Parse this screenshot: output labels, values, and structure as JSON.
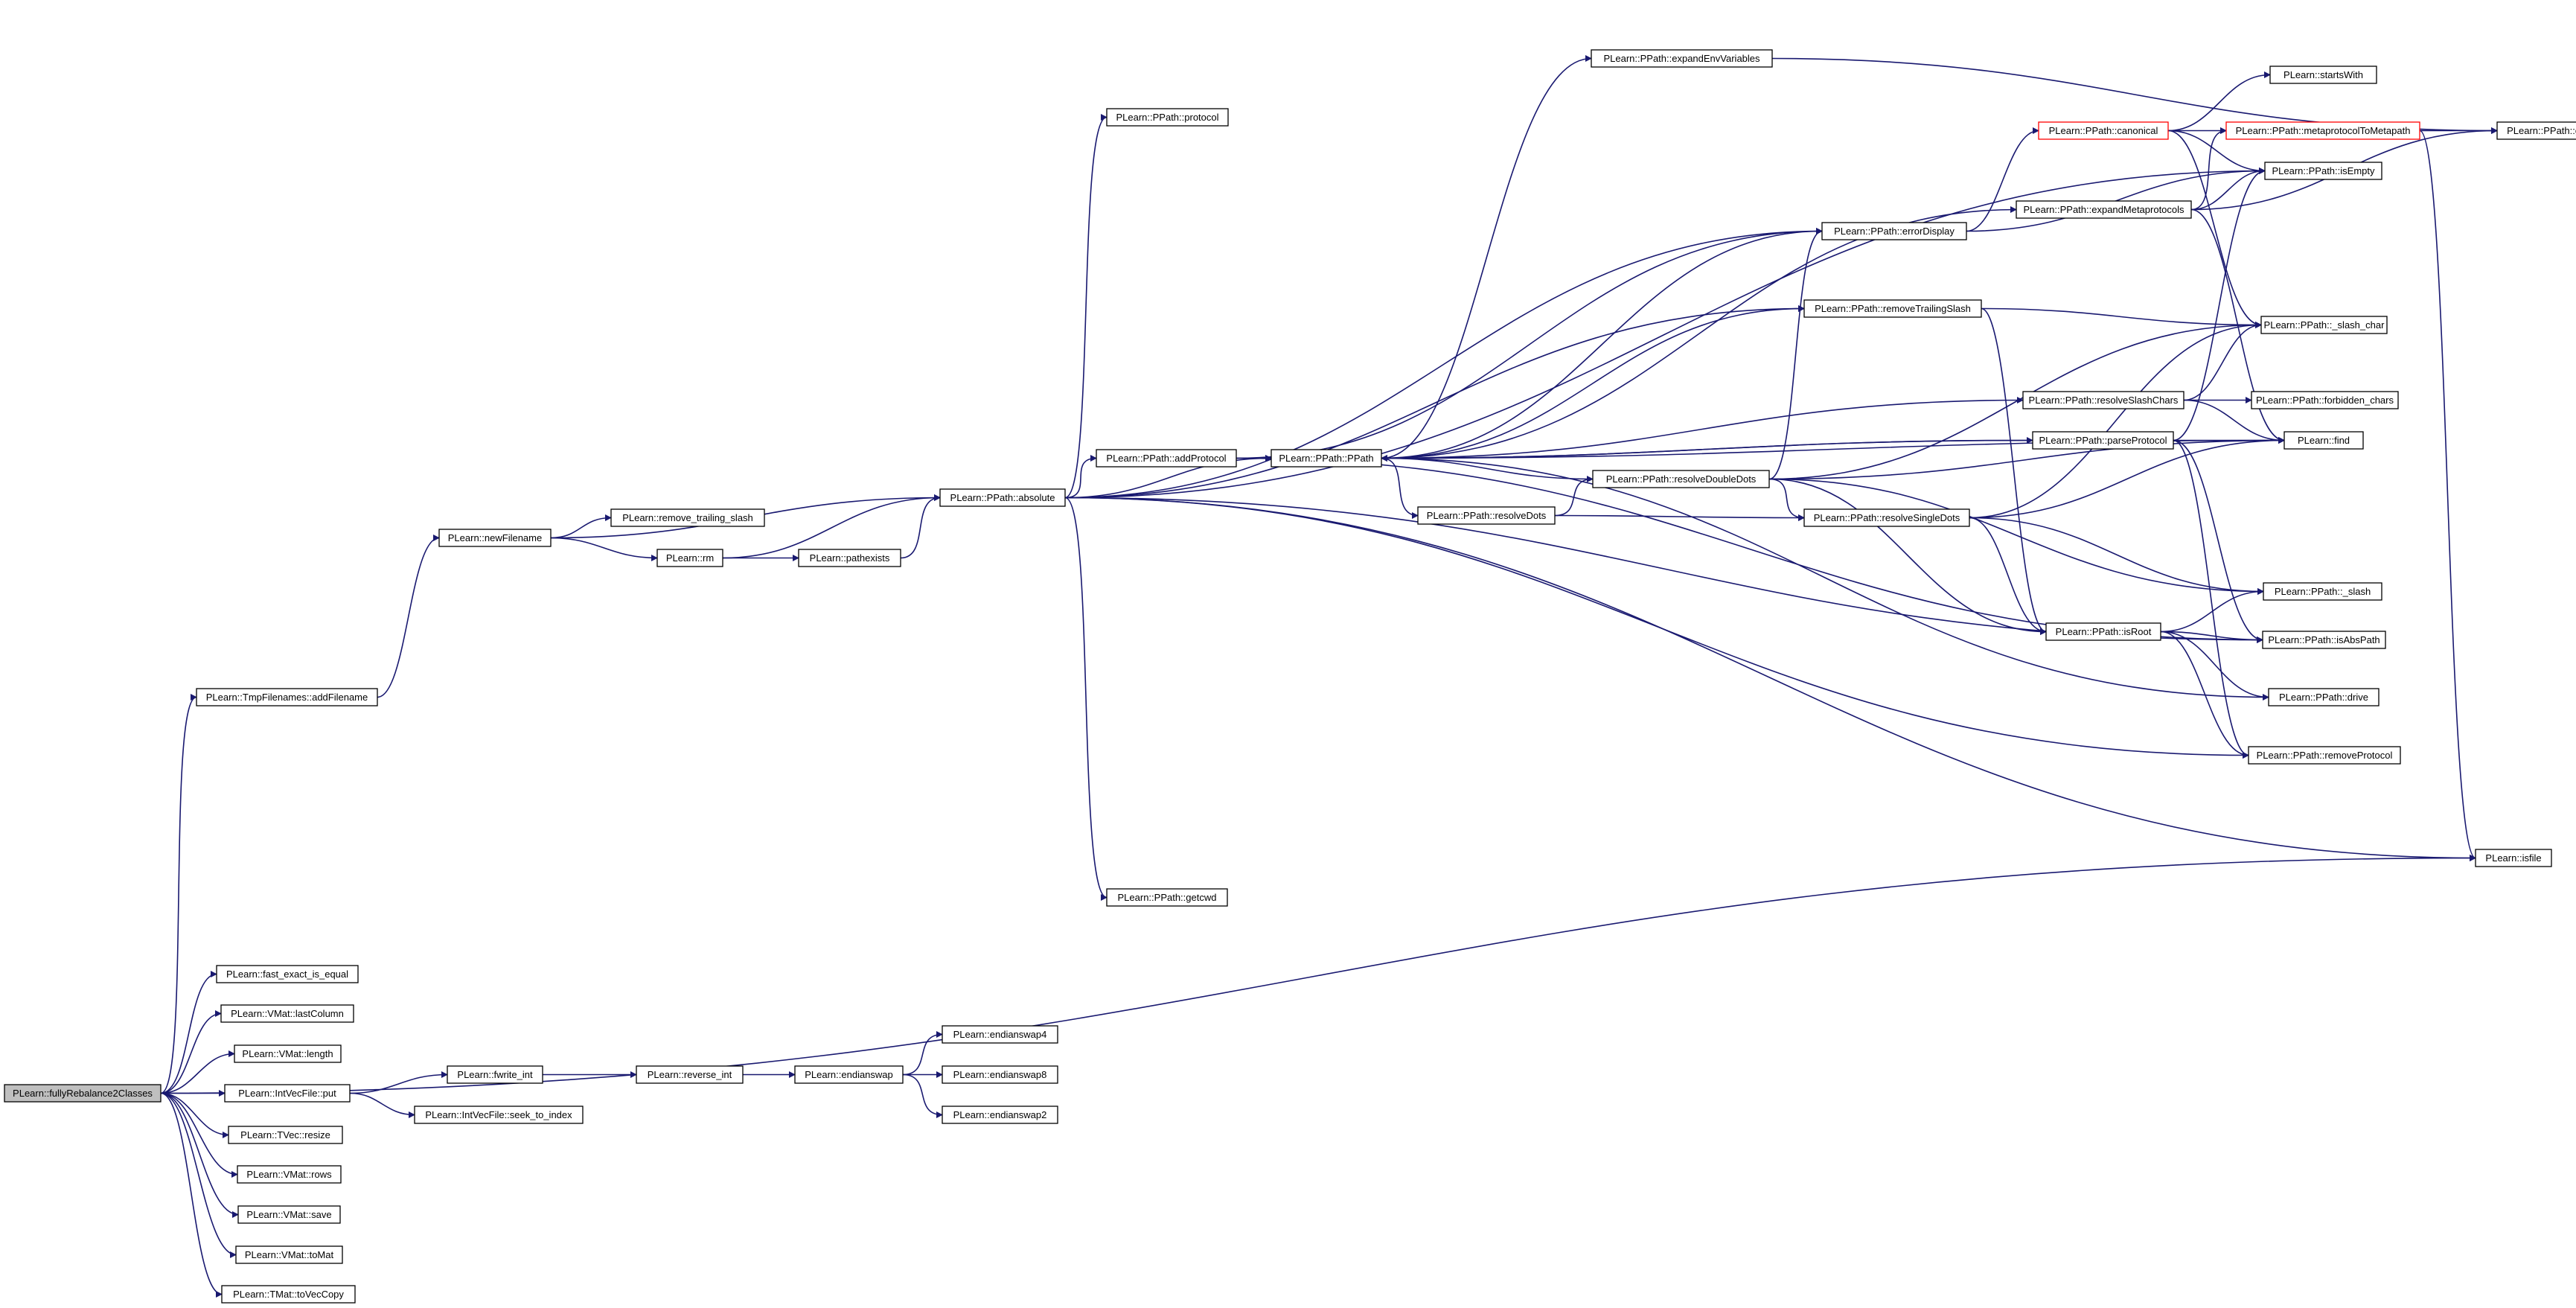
{
  "graph": {
    "colors": {
      "edge": "#191970",
      "node_border": "#000000",
      "node_border_truncated": "#ff0000",
      "root_fill": "#bfbfbf",
      "node_fill": "#ffffff"
    },
    "nodes": [
      {
        "id": "root",
        "label": "PLearn::fullyRebalance2Classes",
        "style": "root"
      },
      {
        "id": "addFilename",
        "label": "PLearn::TmpFilenames::addFilename"
      },
      {
        "id": "newFilename",
        "label": "PLearn::newFilename"
      },
      {
        "id": "remove_trailing_slash",
        "label": "PLearn::remove_trailing_slash"
      },
      {
        "id": "rm",
        "label": "PLearn::rm"
      },
      {
        "id": "pathexists",
        "label": "PLearn::pathexists"
      },
      {
        "id": "absolute",
        "label": "PLearn::PPath::absolute"
      },
      {
        "id": "protocol",
        "label": "PLearn::PPath::protocol"
      },
      {
        "id": "getcwd",
        "label": "PLearn::PPath::getcwd"
      },
      {
        "id": "addProtocol",
        "label": "PLearn::PPath::addProtocol"
      },
      {
        "id": "PPath",
        "label": "PLearn::PPath::PPath"
      },
      {
        "id": "resolveDots",
        "label": "PLearn::PPath::resolveDots"
      },
      {
        "id": "expandEnvVariables",
        "label": "PLearn::PPath::expandEnvVariables"
      },
      {
        "id": "errorDisplay",
        "label": "PLearn::PPath::errorDisplay"
      },
      {
        "id": "removeTrailingSlash",
        "label": "PLearn::PPath::removeTrailingSlash"
      },
      {
        "id": "resolveDoubleDots",
        "label": "PLearn::PPath::resolveDoubleDots"
      },
      {
        "id": "resolveSingleDots",
        "label": "PLearn::PPath::resolveSingleDots"
      },
      {
        "id": "canonical",
        "label": "PLearn::PPath::canonical",
        "style": "truncated"
      },
      {
        "id": "expandMetaprotocols",
        "label": "PLearn::PPath::expandMetaprotocols"
      },
      {
        "id": "resolveSlashChars",
        "label": "PLearn::PPath::resolveSlashChars"
      },
      {
        "id": "parseProtocol",
        "label": "PLearn::PPath::parseProtocol"
      },
      {
        "id": "isRoot",
        "label": "PLearn::PPath::isRoot"
      },
      {
        "id": "metaprotocolToMetapath",
        "label": "PLearn::PPath::metaprotocolToMetapath",
        "style": "truncated"
      },
      {
        "id": "startsWith",
        "label": "PLearn::startsWith"
      },
      {
        "id": "isEmpty",
        "label": "PLearn::PPath::isEmpty"
      },
      {
        "id": "slash_char",
        "label": "PLearn::PPath::_slash_char"
      },
      {
        "id": "forbidden_chars",
        "label": "PLearn::PPath::forbidden_chars"
      },
      {
        "id": "find",
        "label": "PLearn::find"
      },
      {
        "id": "slash",
        "label": "PLearn::PPath::_slash"
      },
      {
        "id": "isAbsPath",
        "label": "PLearn::PPath::isAbsPath"
      },
      {
        "id": "drive",
        "label": "PLearn::PPath::drive"
      },
      {
        "id": "removeProtocol",
        "label": "PLearn::PPath::removeProtocol"
      },
      {
        "id": "getenv",
        "label": "PLearn::PPath::getenv"
      },
      {
        "id": "isfile",
        "label": "PLearn::isfile"
      },
      {
        "id": "fast_exact_is_equal",
        "label": "PLearn::fast_exact_is_equal"
      },
      {
        "id": "lastColumn",
        "label": "PLearn::VMat::lastColumn"
      },
      {
        "id": "vmat_length",
        "label": "PLearn::VMat::length"
      },
      {
        "id": "put",
        "label": "PLearn::IntVecFile::put"
      },
      {
        "id": "fwrite_int",
        "label": "PLearn::fwrite_int"
      },
      {
        "id": "reverse_int",
        "label": "PLearn::reverse_int"
      },
      {
        "id": "endianswap",
        "label": "PLearn::endianswap"
      },
      {
        "id": "endianswap4",
        "label": "PLearn::endianswap4"
      },
      {
        "id": "endianswap8",
        "label": "PLearn::endianswap8"
      },
      {
        "id": "endianswap2",
        "label": "PLearn::endianswap2"
      },
      {
        "id": "seek_to_index",
        "label": "PLearn::IntVecFile::seek_to_index"
      },
      {
        "id": "tvec_resize",
        "label": "PLearn::TVec::resize"
      },
      {
        "id": "vmat_rows",
        "label": "PLearn::VMat::rows"
      },
      {
        "id": "vmat_save",
        "label": "PLearn::VMat::save"
      },
      {
        "id": "vmat_toMat",
        "label": "PLearn::VMat::toMat"
      },
      {
        "id": "tmat_toVecCopy",
        "label": "PLearn::TMat::toVecCopy"
      }
    ],
    "edges": [
      [
        "root",
        "addFilename"
      ],
      [
        "root",
        "isfile"
      ],
      [
        "root",
        "fast_exact_is_equal"
      ],
      [
        "root",
        "lastColumn"
      ],
      [
        "root",
        "vmat_length"
      ],
      [
        "root",
        "put"
      ],
      [
        "root",
        "tvec_resize"
      ],
      [
        "root",
        "vmat_rows"
      ],
      [
        "root",
        "vmat_save"
      ],
      [
        "root",
        "vmat_toMat"
      ],
      [
        "root",
        "tmat_toVecCopy"
      ],
      [
        "addFilename",
        "newFilename"
      ],
      [
        "newFilename",
        "absolute"
      ],
      [
        "newFilename",
        "remove_trailing_slash"
      ],
      [
        "newFilename",
        "rm"
      ],
      [
        "rm",
        "absolute"
      ],
      [
        "rm",
        "pathexists"
      ],
      [
        "pathexists",
        "absolute"
      ],
      [
        "absolute",
        "protocol"
      ],
      [
        "absolute",
        "addProtocol"
      ],
      [
        "absolute",
        "PPath"
      ],
      [
        "absolute",
        "errorDisplay"
      ],
      [
        "absolute",
        "isEmpty"
      ],
      [
        "absolute",
        "removeTrailingSlash"
      ],
      [
        "absolute",
        "getcwd"
      ],
      [
        "absolute",
        "isAbsPath"
      ],
      [
        "absolute",
        "removeProtocol"
      ],
      [
        "absolute",
        "isfile"
      ],
      [
        "addProtocol",
        "PPath"
      ],
      [
        "addProtocol",
        "errorDisplay"
      ],
      [
        "addProtocol",
        "isAbsPath"
      ],
      [
        "PPath",
        "expandEnvVariables"
      ],
      [
        "PPath",
        "errorDisplay"
      ],
      [
        "PPath",
        "expandMetaprotocols"
      ],
      [
        "PPath",
        "removeTrailingSlash"
      ],
      [
        "PPath",
        "resolveSlashChars"
      ],
      [
        "PPath",
        "parseProtocol"
      ],
      [
        "PPath",
        "resolveDots"
      ],
      [
        "PPath",
        "find"
      ],
      [
        "resolveDots",
        "resolveDoubleDots"
      ],
      [
        "resolveDots",
        "resolveSingleDots"
      ],
      [
        "resolveDoubleDots",
        "PPath"
      ],
      [
        "resolveDoubleDots",
        "errorDisplay"
      ],
      [
        "resolveDoubleDots",
        "slash_char"
      ],
      [
        "resolveDoubleDots",
        "find"
      ],
      [
        "resolveDoubleDots",
        "resolveSingleDots"
      ],
      [
        "resolveDoubleDots",
        "slash"
      ],
      [
        "resolveDoubleDots",
        "isRoot"
      ],
      [
        "resolveSingleDots",
        "slash_char"
      ],
      [
        "resolveSingleDots",
        "find"
      ],
      [
        "resolveSingleDots",
        "slash"
      ],
      [
        "resolveSingleDots",
        "isRoot"
      ],
      [
        "errorDisplay",
        "canonical"
      ],
      [
        "errorDisplay",
        "isEmpty"
      ],
      [
        "canonical",
        "startsWith"
      ],
      [
        "canonical",
        "metaprotocolToMetapath"
      ],
      [
        "canonical",
        "isEmpty"
      ],
      [
        "canonical",
        "slash_char"
      ],
      [
        "metaprotocolToMetapath",
        "getenv"
      ],
      [
        "metaprotocolToMetapath",
        "isfile"
      ],
      [
        "expandEnvVariables",
        "getenv"
      ],
      [
        "expandMetaprotocols",
        "metaprotocolToMetapath"
      ],
      [
        "expandMetaprotocols",
        "isEmpty"
      ],
      [
        "expandMetaprotocols",
        "getenv"
      ],
      [
        "expandMetaprotocols",
        "find"
      ],
      [
        "removeTrailingSlash",
        "slash_char"
      ],
      [
        "removeTrailingSlash",
        "isRoot"
      ],
      [
        "resolveSlashChars",
        "forbidden_chars"
      ],
      [
        "resolveSlashChars",
        "slash_char"
      ],
      [
        "resolveSlashChars",
        "find"
      ],
      [
        "parseProtocol",
        "PPath"
      ],
      [
        "parseProtocol",
        "find"
      ],
      [
        "parseProtocol",
        "isEmpty"
      ],
      [
        "parseProtocol",
        "removeProtocol"
      ],
      [
        "parseProtocol",
        "isAbsPath"
      ],
      [
        "isRoot",
        "slash"
      ],
      [
        "isRoot",
        "isAbsPath"
      ],
      [
        "isRoot",
        "drive"
      ],
      [
        "isRoot",
        "removeProtocol"
      ],
      [
        "drive",
        "PPath"
      ],
      [
        "put",
        "fwrite_int"
      ],
      [
        "put",
        "seek_to_index"
      ],
      [
        "fwrite_int",
        "reverse_int"
      ],
      [
        "reverse_int",
        "endianswap"
      ],
      [
        "endianswap",
        "endianswap4"
      ],
      [
        "endianswap",
        "endianswap8"
      ],
      [
        "endianswap",
        "endianswap2"
      ]
    ]
  }
}
